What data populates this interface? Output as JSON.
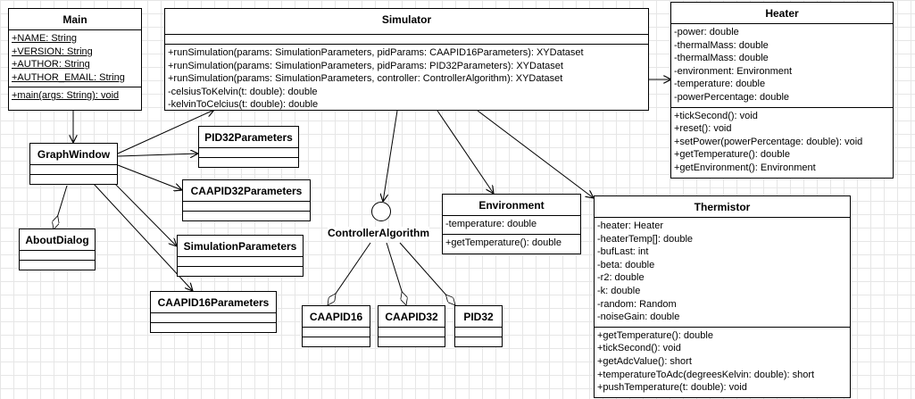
{
  "classes": {
    "main": {
      "name": "Main",
      "attributes": [
        "+NAME: String",
        "+VERSION: String",
        "+AUTHOR: String",
        "+AUTHOR_EMAIL: String"
      ],
      "operations": [
        "+main(args: String): void"
      ]
    },
    "simulator": {
      "name": "Simulator",
      "operations": [
        "+runSimulation(params: SimulationParameters, pidParams: CAAPID16Parameters): XYDataset",
        "+runSimulation(params: SimulationParameters, pidParams: PID32Parameters): XYDataset",
        "+runSimulation(params: SimulationParameters, controller: ControllerAlgorithm): XYDataset",
        "-celsiusToKelvin(t: double): double",
        "-kelvinToCelcius(t: double): double"
      ]
    },
    "heater": {
      "name": "Heater",
      "attributes": [
        "-power: double",
        "-thermalMass: double",
        "-thermalMass: double",
        "-environment: Environment",
        "-temperature: double",
        "-powerPercentage: double"
      ],
      "operations": [
        "+tickSecond(): void",
        "+reset(): void",
        "+setPower(powerPercentage: double): void",
        "+getTemperature(): double",
        "+getEnvironment(): Environment"
      ]
    },
    "graph_window": {
      "name": "GraphWindow"
    },
    "about_dialog": {
      "name": "AboutDialog"
    },
    "pid32_parameters": {
      "name": "PID32Parameters"
    },
    "caapid32_parameters": {
      "name": "CAAPID32Parameters"
    },
    "simulation_parameters": {
      "name": "SimulationParameters"
    },
    "caapid16_parameters": {
      "name": "CAAPID16Parameters"
    },
    "environment": {
      "name": "Environment",
      "attributes": [
        "-temperature: double"
      ],
      "operations": [
        "+getTemperature(): double"
      ]
    },
    "thermistor": {
      "name": "Thermistor",
      "attributes": [
        "-heater: Heater",
        "-heaterTemp[]: double",
        "-bufLast: int",
        "-beta: double",
        "-r2: double",
        "-k: double",
        "-random: Random",
        "-noiseGain: double"
      ],
      "operations": [
        "+getTemperature(): double",
        "+tickSecond(): void",
        "+getAdcValue(): short",
        "+temperatureToAdc(degreesKelvin: double): short",
        "+pushTemperature(t: double): void"
      ]
    },
    "caapid16": {
      "name": "CAAPID16"
    },
    "caapid32": {
      "name": "CAAPID32"
    },
    "pid32": {
      "name": "PID32"
    }
  },
  "interface": {
    "name": "ControllerAlgorithm"
  }
}
